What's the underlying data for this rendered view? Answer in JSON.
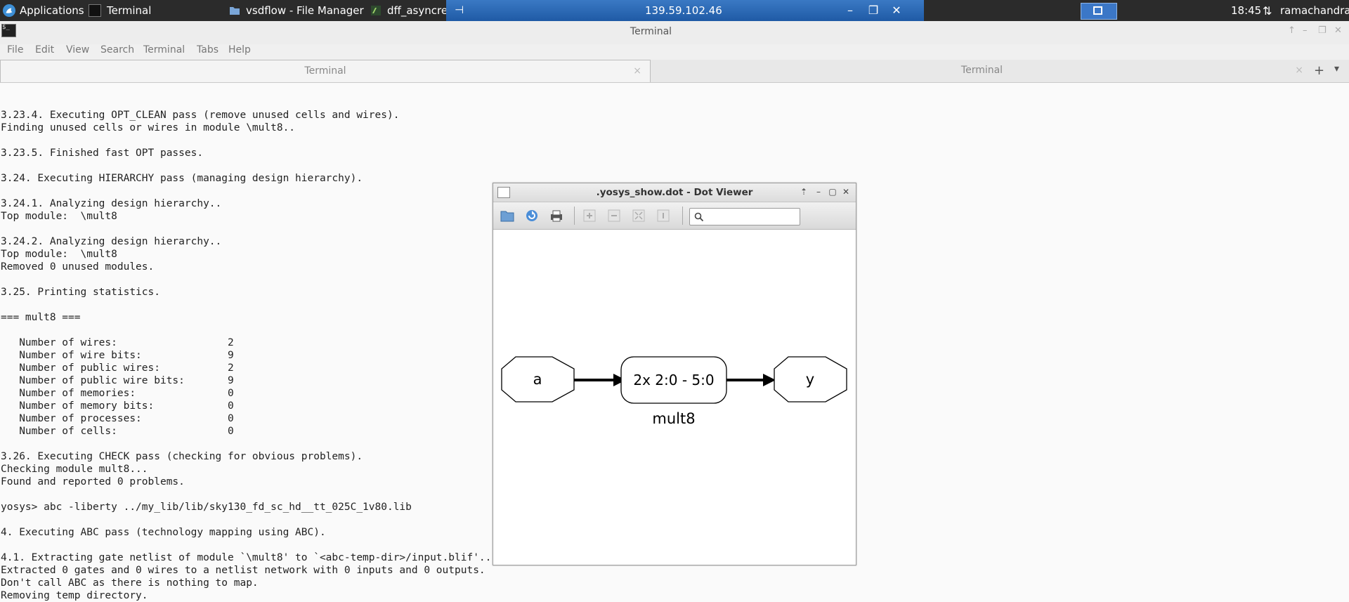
{
  "taskbar": {
    "applications": "Applications",
    "terminal": "Terminal",
    "file_manager": "vsdflow - File Manager",
    "dff": "dff_asyncre",
    "remote_title": "139.59.102.46",
    "clock": "18:45",
    "user": "ramachandran"
  },
  "window": {
    "title": "Terminal"
  },
  "menu": [
    "File",
    "Edit",
    "View",
    "Search",
    "Terminal",
    "Tabs",
    "Help"
  ],
  "tabs": [
    {
      "label": "Terminal",
      "close": "×"
    },
    {
      "label": "Terminal",
      "close": "×"
    }
  ],
  "tab_controls": {
    "add": "+",
    "menu": "▾"
  },
  "terminal_lines": [
    "",
    "3.23.4. Executing OPT_CLEAN pass (remove unused cells and wires).",
    "Finding unused cells or wires in module \\mult8..",
    "",
    "3.23.5. Finished fast OPT passes.",
    "",
    "3.24. Executing HIERARCHY pass (managing design hierarchy).",
    "",
    "3.24.1. Analyzing design hierarchy..",
    "Top module:  \\mult8",
    "",
    "3.24.2. Analyzing design hierarchy..",
    "Top module:  \\mult8",
    "Removed 0 unused modules.",
    "",
    "3.25. Printing statistics.",
    "",
    "=== mult8 ===",
    "",
    "   Number of wires:                  2",
    "   Number of wire bits:              9",
    "   Number of public wires:           2",
    "   Number of public wire bits:       9",
    "   Number of memories:               0",
    "   Number of memory bits:            0",
    "   Number of processes:              0",
    "   Number of cells:                  0",
    "",
    "3.26. Executing CHECK pass (checking for obvious problems).",
    "Checking module mult8...",
    "Found and reported 0 problems.",
    "",
    "yosys> abc -liberty ../my_lib/lib/sky130_fd_sc_hd__tt_025C_1v80.lib",
    "",
    "4. Executing ABC pass (technology mapping using ABC).",
    "",
    "4.1. Extracting gate netlist of module `\\mult8' to `<abc-temp-dir>/input.blif'..",
    "Extracted 0 gates and 0 wires to a netlist network with 0 inputs and 0 outputs.",
    "Don't call ABC as there is nothing to map.",
    "Removing temp directory."
  ],
  "dot_viewer": {
    "title": ".yosys_show.dot - Dot Viewer",
    "search_placeholder": "",
    "graph": {
      "input_node": "a",
      "cell_node": "2x 2:0 - 5:0",
      "output_node": "y",
      "module_label": "mult8"
    }
  },
  "colors": {
    "taskbar": "#2b2b2b",
    "remote_bar": "#2a66b3",
    "terminal_bg": "#fafafa"
  }
}
